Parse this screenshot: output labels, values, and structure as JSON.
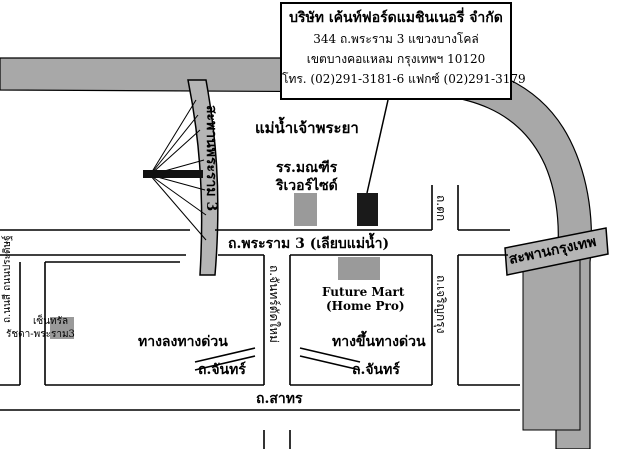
{
  "company": {
    "name": "บริษัท เค้นท์ฟอร์ดแมชินเนอรี่ จำกัด",
    "address_line1": "344 ถ.พระราม 3 แขวงบางโคล่",
    "address_line2": "เขตบางคอแหลม กรุงเทพฯ 10120",
    "phone_fax": "โทร. (02)291-3181-6  แฟกซ์ (02)291-3179"
  },
  "labels": {
    "river": "แม่น้ำเจ้าพระยา",
    "bridge_left": "สะพานพระราม 3",
    "bridge_right": "สะพานกรุงเทพ",
    "school": "รร.มณฑีร",
    "school_line2": "ริเวอร์ไซด์",
    "rama3_road": "ถ.พระราม 3 (เลียบแม่น้ำ)",
    "future_mart": "Future Mart",
    "future_mart_sub": "(Home Pro)",
    "tok_road": "ถ.ตก",
    "charoen_krung": "ถ.เจริญกรุง",
    "chan_new_road": "ถ.จันทร์ตัดใหม่",
    "expressway_down": "ทางลงทางด่วน",
    "expressway_up": "ทางขึ้นทางด่วน",
    "chan_left": "ถ.จันทร์",
    "chan_right": "ถ.จันทร์",
    "sathorn": "ถ.สาทร",
    "central_line1": "เซ็นทรัล",
    "central_line2": "รัชดา-พระราม3",
    "sang_road": "ถ.นนสี ถนนประดิษฐ์"
  },
  "colors": {
    "river": "#a8a8a8",
    "road": "#ffffff",
    "line": "#000000",
    "building_gray": "#9a9a9a",
    "company_building": "#1a1a1a"
  }
}
